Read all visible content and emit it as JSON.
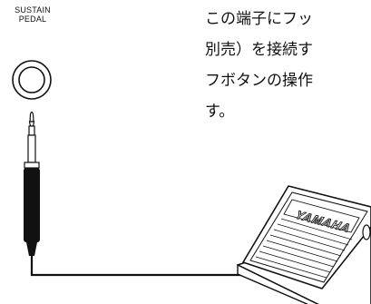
{
  "jack": {
    "label_line1": "SUSTAIN",
    "label_line2": "PEDAL"
  },
  "pedal": {
    "brand": "YAMAHA"
  },
  "description": {
    "lines": [
      "この端子にフッ",
      "別売）を接続す",
      "フボタンの操作",
      "す。"
    ]
  },
  "icons": [
    "sustain-jack-icon",
    "phone-plug-icon",
    "cable-icon",
    "foot-pedal-icon"
  ]
}
